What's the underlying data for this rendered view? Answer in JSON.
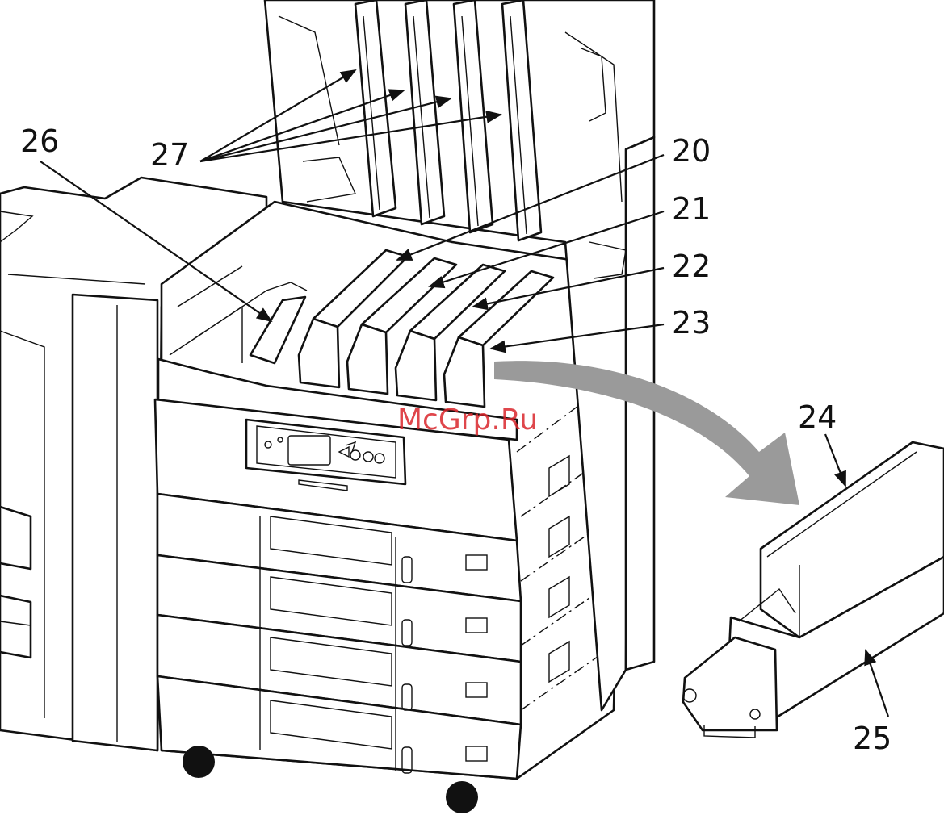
{
  "callouts": {
    "c20": "20",
    "c21": "21",
    "c22": "22",
    "c23": "23",
    "c24": "24",
    "c25": "25",
    "c26": "26",
    "c27": "27"
  },
  "watermark": "McGrp.Ru",
  "colors": {
    "line": "#111111",
    "arrow": "#9a9a9a",
    "watermark": "#d9262c"
  }
}
